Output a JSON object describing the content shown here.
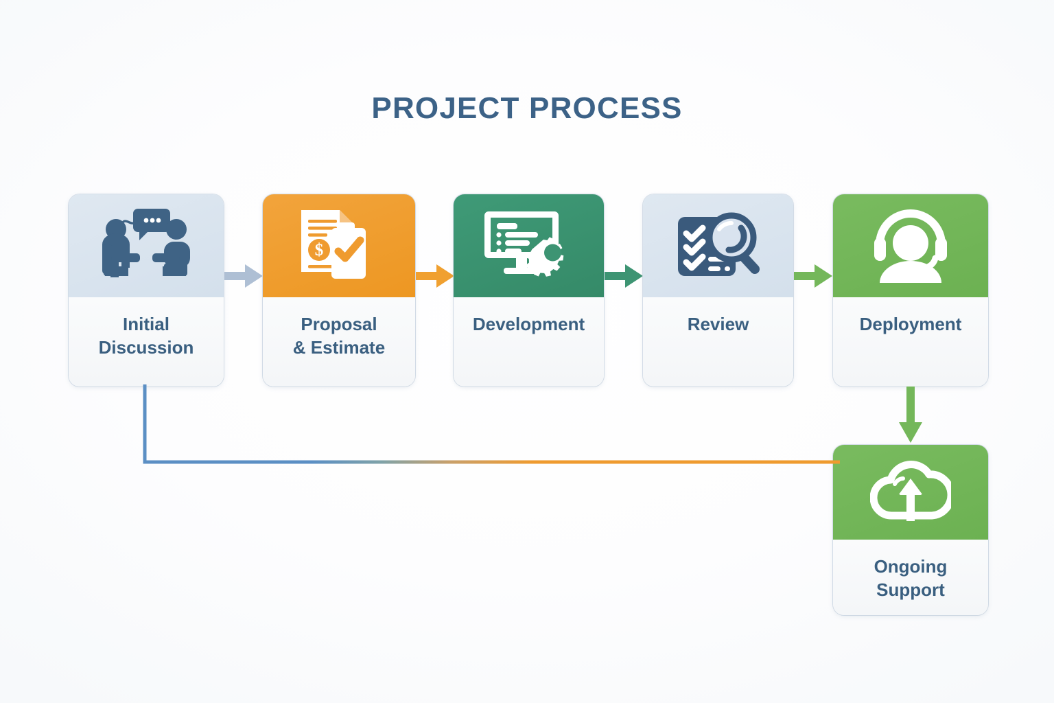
{
  "page": {
    "title": "PROJECT PROCESS",
    "background": "#ffffff",
    "title_color": "#3c6287",
    "label_color": "#3a5f80"
  },
  "steps": [
    {
      "id": "initial-discussion",
      "label": "Initial\nDiscussion",
      "icon": "two-people-talking-icon",
      "header_color": "#d9e3ef",
      "icon_color": "#3f6385",
      "order": 1
    },
    {
      "id": "proposal-estimate",
      "label": "Proposal\n& Estimate",
      "icon": "invoice-document-checklist-icon",
      "header_color": "#ef9b2f",
      "icon_color": "#ffffff",
      "order": 2
    },
    {
      "id": "development",
      "label": "Development",
      "icon": "monitor-code-gear-icon",
      "header_color": "#3d9473",
      "icon_color": "#ffffff",
      "order": 3
    },
    {
      "id": "review",
      "label": "Review",
      "icon": "clipboard-checklist-magnifier-icon",
      "header_color": "#d9e3ef",
      "icon_color": "#3a5a7c",
      "order": 4
    },
    {
      "id": "deployment",
      "label": "Deployment",
      "icon": "headset-support-person-icon",
      "header_color": "#74b75a",
      "icon_color": "#ffffff",
      "order": 5
    },
    {
      "id": "ongoing-support",
      "label": "Ongoing\nSupport",
      "icon": "cloud-upload-arrow-icon",
      "header_color": "#74b75a",
      "icon_color": "#ffffff",
      "order": 6
    }
  ],
  "connectors": [
    {
      "id": "arrow-1",
      "from": "initial-discussion",
      "to": "proposal-estimate",
      "color": "#aebfd4",
      "direction": "right"
    },
    {
      "id": "arrow-2",
      "from": "proposal-estimate",
      "to": "development",
      "color": "#f0a030",
      "direction": "right"
    },
    {
      "id": "arrow-3",
      "from": "development",
      "to": "review",
      "color": "#3d9473",
      "direction": "right"
    },
    {
      "id": "arrow-4",
      "from": "review",
      "to": "deployment",
      "color": "#74b75a",
      "direction": "right"
    },
    {
      "id": "arrow-down",
      "from": "deployment",
      "to": "ongoing-support",
      "color": "#74b75a",
      "direction": "down"
    },
    {
      "id": "feedback-loop",
      "from": "initial-discussion",
      "to": "ongoing-support",
      "color_start": "#5b8fc4",
      "color_end": "#ef9b2f",
      "direction": "loop"
    }
  ]
}
